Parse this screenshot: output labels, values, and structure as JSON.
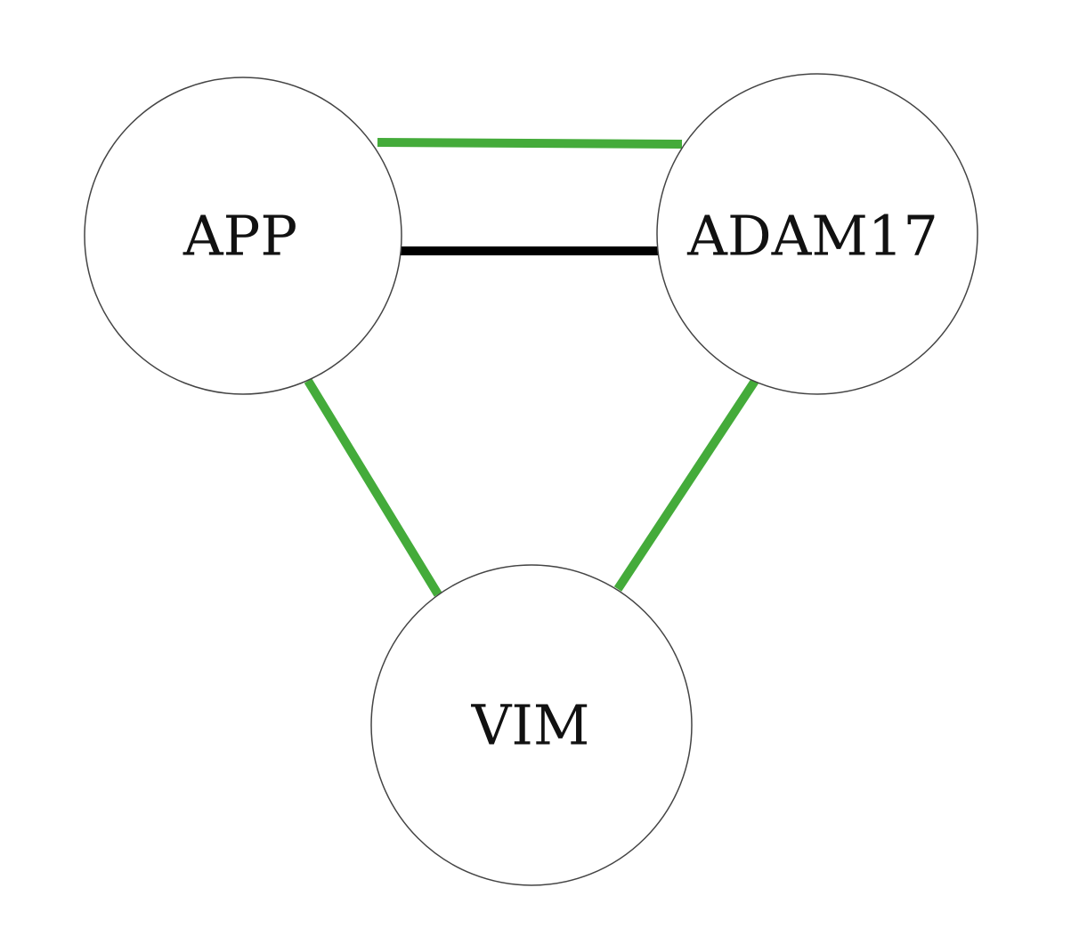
{
  "colors": {
    "background": "#ffffff",
    "node_fill": "#ffffff",
    "node_stroke": "#444444",
    "label": "#111111",
    "edge_green": "#44ab3a",
    "edge_black": "#000000"
  },
  "nodes": [
    {
      "id": "app",
      "label": "APP"
    },
    {
      "id": "adam17",
      "label": "ADAM17"
    },
    {
      "id": "vim",
      "label": "VIM"
    }
  ],
  "edges": [
    {
      "id": "app-adam17-green",
      "from": "app",
      "to": "adam17",
      "color": "green"
    },
    {
      "id": "app-adam17-black",
      "from": "app",
      "to": "adam17",
      "color": "black"
    },
    {
      "id": "app-vim-green",
      "from": "app",
      "to": "vim",
      "color": "green"
    },
    {
      "id": "adam17-vim-green",
      "from": "adam17",
      "to": "vim",
      "color": "green"
    }
  ]
}
